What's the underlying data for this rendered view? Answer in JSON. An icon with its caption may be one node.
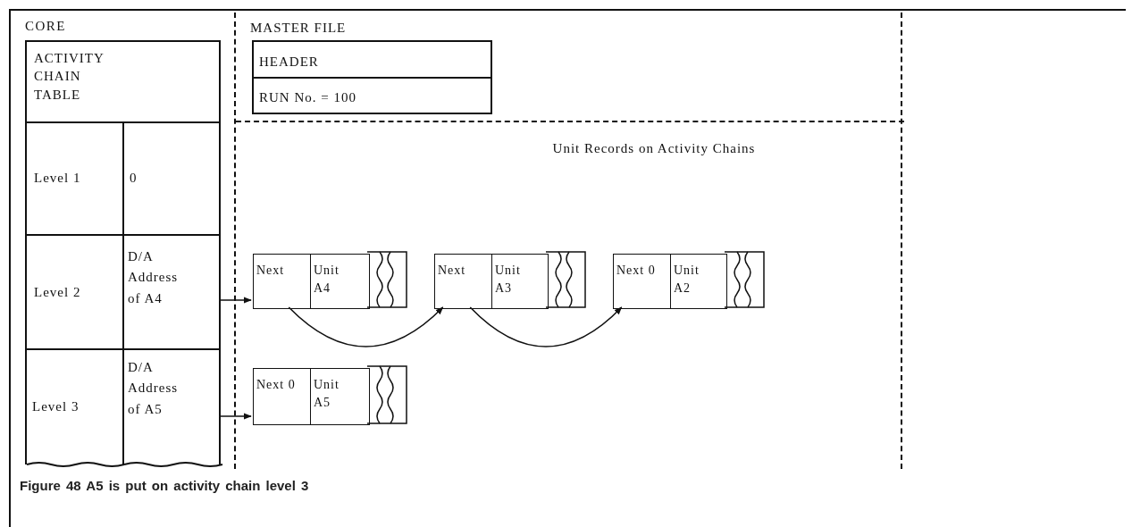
{
  "diagram": {
    "caption": "Figure 48 A5 is put on activity chain level 3",
    "nodes": [
      {
        "text": [
          "ACTIVITY CHAIN TABLE"
        ]
      },
      {
        "text": [
          "Level 1"
        ]
      },
      {
        "text": [
          "0"
        ]
      },
      {
        "text": [
          "Level 2"
        ]
      },
      {
        "text": [
          "D/A Address of A4"
        ]
      },
      {
        "text": [
          "Level 3"
        ]
      },
      {
        "text": [
          "D/A Address of A5"
        ]
      },
      {
        "text": [
          "MASTER FILE"
        ]
      },
      {
        "text": [
          "HEADER"
        ],
        "in": 7
      },
      {
        "text": [
          "RUN No. = 100"
        ],
        "in": 7
      },
      {
        "text": [
          "Unit Records on Activity Chains"
        ],
        "in": 7
      },
      {
        "text": [
          "Next"
        ],
        "in": 10
      },
      {
        "text": [
          "Unit A4"
        ],
        "in": 10
      },
      {
        "text": [
          "Next"
        ],
        "in": 10
      },
      {
        "text": [
          "Unit A3"
        ],
        "in": 10
      },
      {
        "text": [
          "Next 0"
        ],
        "in": 10
      },
      {
        "text": [
          "Unit A2"
        ],
        "in": 10
      },
      {
        "text": [
          "Next 0"
        ],
        "in": 10
      },
      {
        "text": [
          "Unit A5"
        ],
        "in": 10
      }
    ],
    "edges": [
      {
        "from": 4,
        "to": 11,
        "arrow": "to"
      },
      {
        "from": 11,
        "to": 13,
        "arrow": "to"
      },
      {
        "from": 13,
        "to": 15,
        "arrow": "to"
      },
      {
        "from": 6,
        "to": 17,
        "arrow": "to"
      }
    ],
    "labels": [
      "CORE"
    ]
  }
}
